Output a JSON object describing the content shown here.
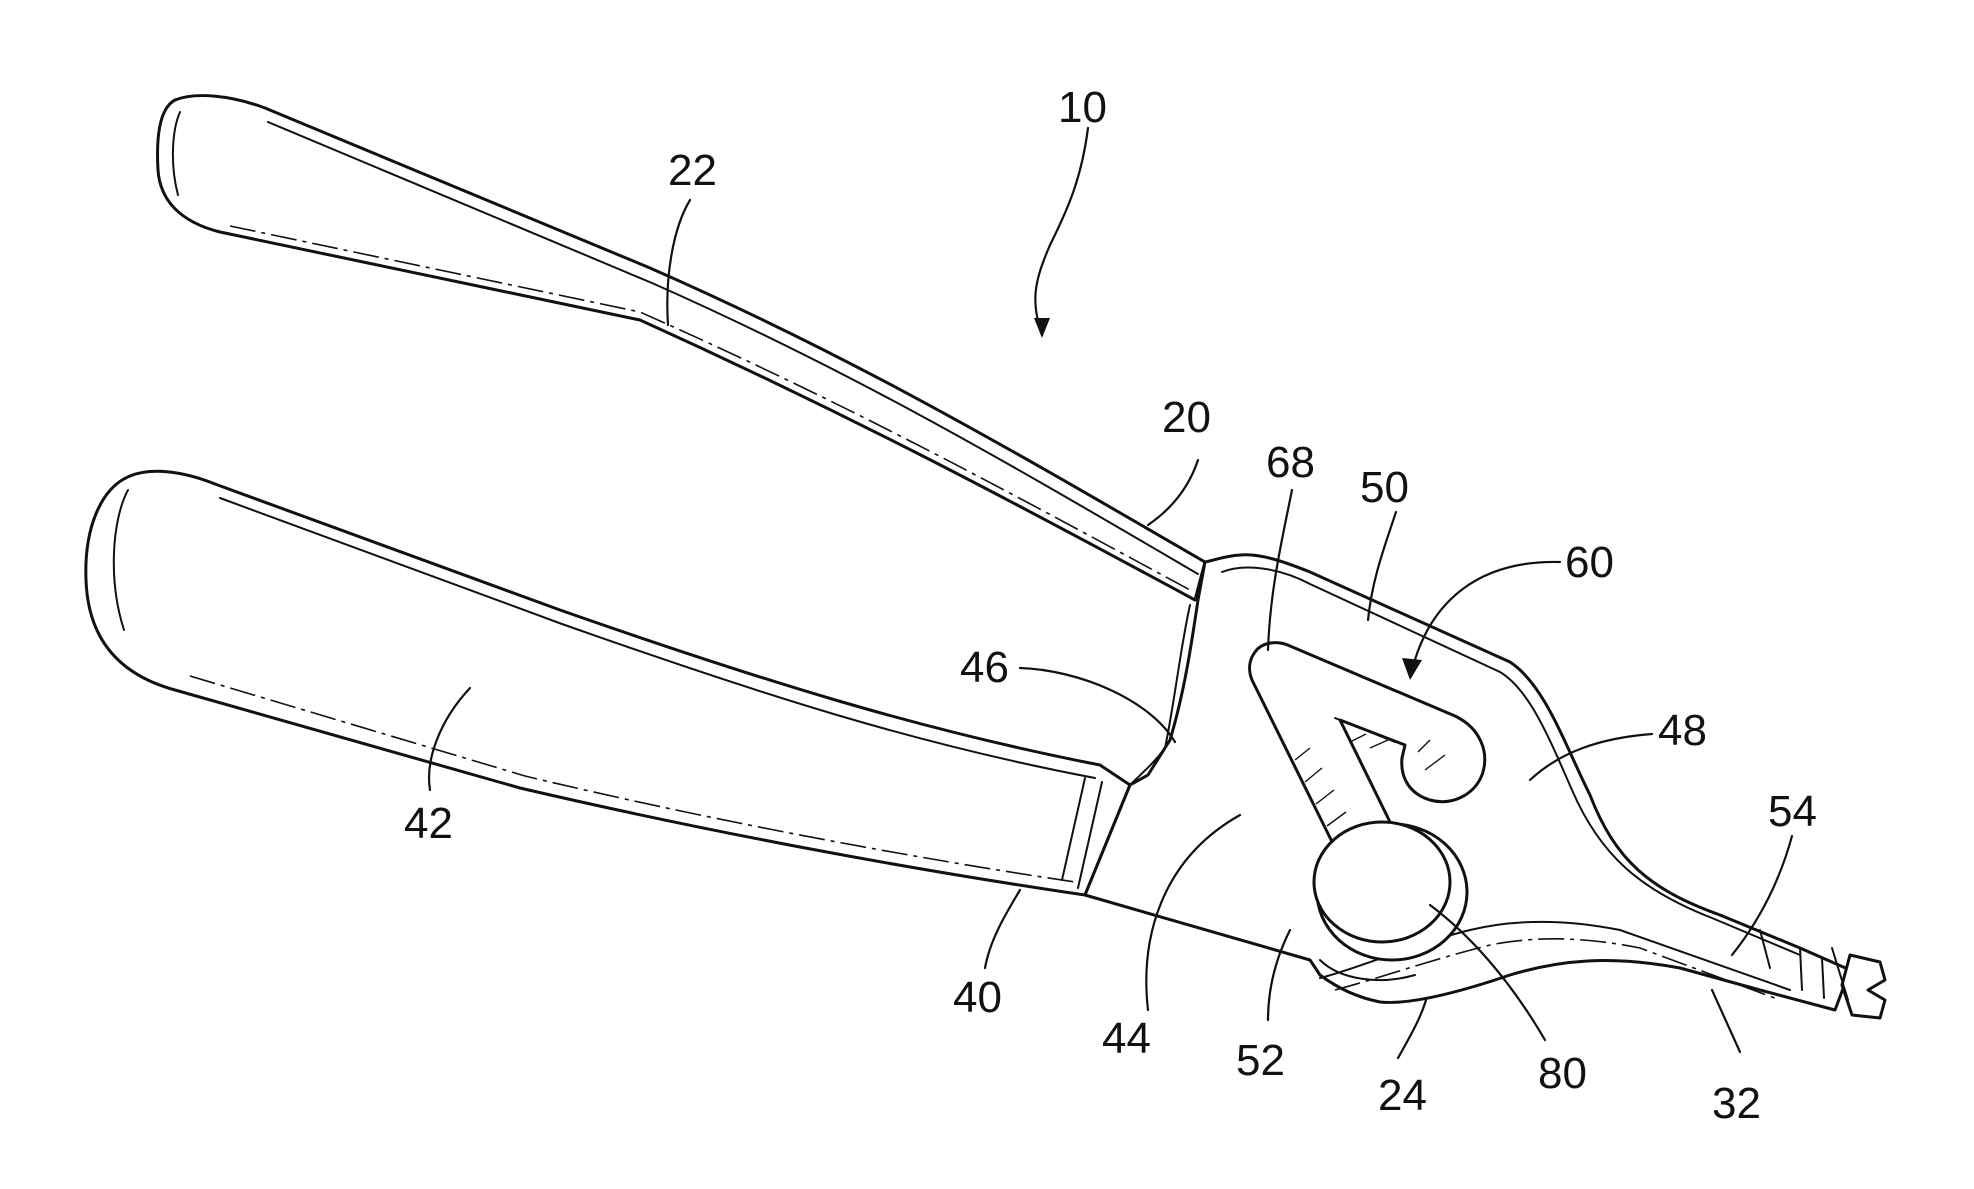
{
  "figure": {
    "labels": {
      "tool": "10",
      "upper_member": "20",
      "upper_handle": "22",
      "pivot_region": "24",
      "lower_jaw": "32",
      "lower_member": "40",
      "lower_handle": "42",
      "body_portion": "44",
      "handle_shoulder": "46",
      "jaw_neck": "48",
      "upper_plate": "50",
      "lower_plate": "52",
      "upper_jaw": "54",
      "adjustment_slot": "60",
      "slot_end": "68",
      "pivot_button": "80"
    }
  }
}
